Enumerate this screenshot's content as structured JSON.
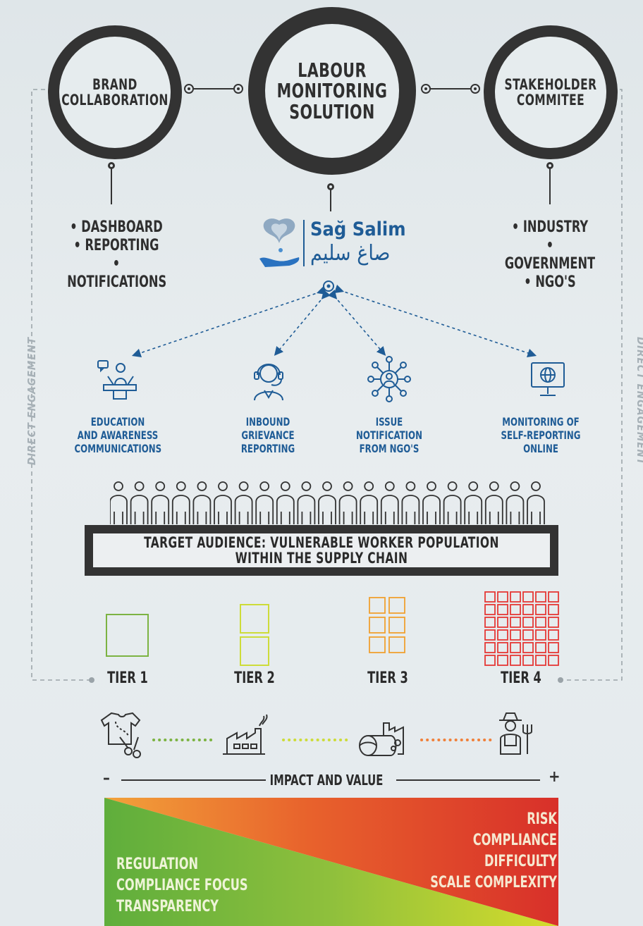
{
  "top": {
    "brand": "BRAND\nCOLLABORATION",
    "center": "LABOUR\nMONITORING\nSOLUTION",
    "stakeholder": "STAKEHOLDER\nCOMMITEE"
  },
  "brand_list": "• DASHBOARD\n• REPORTING\n• NOTIFICATIONS",
  "stake_list": "• INDUSTRY\n• GOVERNMENT\n• NGO'S",
  "logo": {
    "latin": "Sağ Salim",
    "arabic": "صاغ سليم"
  },
  "channels": [
    {
      "label": "EDUCATION\nAND AWARENESS\nCOMMUNICATIONS",
      "icon": "speaker-icon"
    },
    {
      "label": "INBOUND\nGRIEVANCE\nREPORTING",
      "icon": "headset-icon"
    },
    {
      "label": "ISSUE\nNOTIFICATION\nFROM NGO'S",
      "icon": "network-icon"
    },
    {
      "label": "MONITORING OF\nSELF-REPORTING\nONLINE",
      "icon": "globe-monitor-icon"
    }
  ],
  "side_left": "DIRECT ENGAGEMENT",
  "side_right": "DIRECT ENGAGEMENT",
  "target": "TARGET AUDIENCE: VULNERABLE WORKER POPULATION WITHIN THE SUPPLY CHAIN",
  "tiers": [
    {
      "label": "TIER 1",
      "boxes": 1,
      "color": "#7cb342"
    },
    {
      "label": "TIER 2",
      "boxes": 2,
      "color": "#cddc39"
    },
    {
      "label": "TIER 3",
      "boxes": 6,
      "color": "#f0a030"
    },
    {
      "label": "TIER 4",
      "boxes": 36,
      "color": "#e53935"
    }
  ],
  "impact": {
    "minus": "–",
    "label": "IMPACT AND VALUE",
    "plus": "+"
  },
  "gradient": {
    "right": "RISK\nCOMPLIANCE DIFFICULTY\nSCALE COMPLEXITY",
    "left": "REGULATION\nCOMPLIANCE FOCUS\nTRANSPARENCY"
  },
  "colors": {
    "dark": "#2f2f2f",
    "blue": "#1f5c96",
    "green": "#8bc34a",
    "yellow": "#cddc39",
    "orange": "#f0a030",
    "red": "#e53935"
  }
}
